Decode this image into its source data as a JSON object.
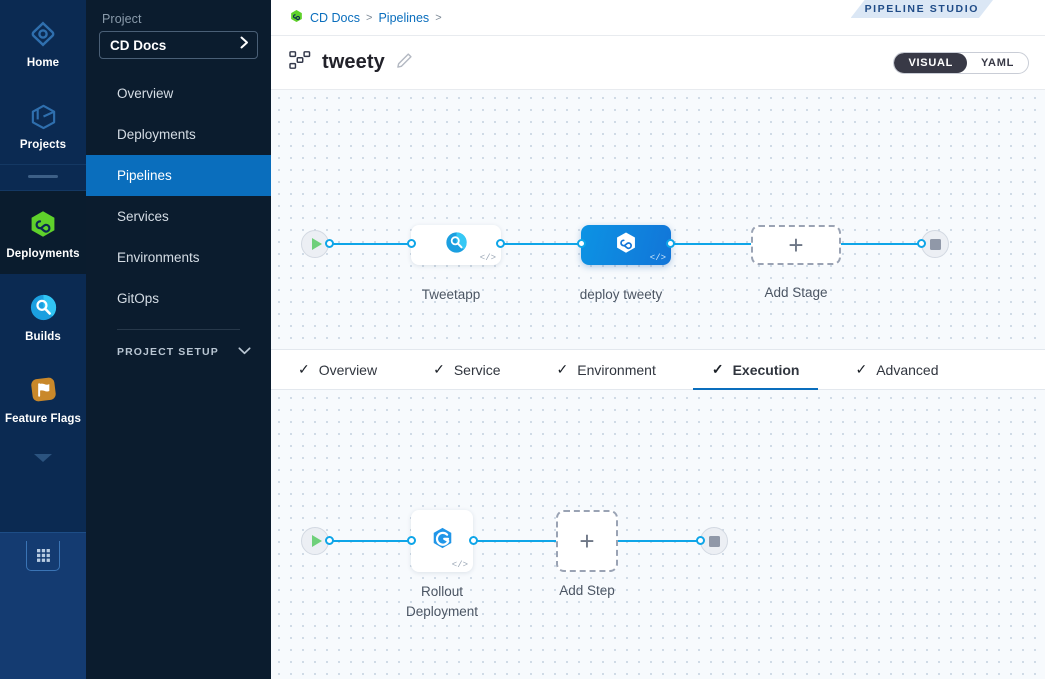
{
  "rail": {
    "items": [
      {
        "label": "Home",
        "icon": "home-clover-icon",
        "active": false
      },
      {
        "label": "Projects",
        "icon": "cube-icon",
        "active": false
      },
      {
        "label": "Deployments",
        "icon": "infinity-hexagon-icon",
        "active": true
      },
      {
        "label": "Builds",
        "icon": "builds-circle-icon",
        "active": false
      },
      {
        "label": "Feature Flags",
        "icon": "flag-icon",
        "active": false
      }
    ],
    "apps_button": "apps-grid-icon",
    "collapse": "chevron-down-icon"
  },
  "sidebar": {
    "caption": "Project",
    "project_name": "CD Docs",
    "items": [
      {
        "label": "Overview",
        "active": false
      },
      {
        "label": "Deployments",
        "active": false
      },
      {
        "label": "Pipelines",
        "active": true
      },
      {
        "label": "Services",
        "active": false
      },
      {
        "label": "Environments",
        "active": false
      },
      {
        "label": "GitOps",
        "active": false
      }
    ],
    "setup_label": "PROJECT SETUP"
  },
  "header": {
    "studio_banner": "PIPELINE STUDIO",
    "breadcrumb": [
      {
        "label": "CD Docs",
        "type": "link"
      },
      {
        "label": ">",
        "type": "sep"
      },
      {
        "label": "Pipelines",
        "type": "link"
      },
      {
        "label": ">",
        "type": "sep"
      }
    ],
    "pipeline_title": "tweety",
    "edit_icon": "pencil-icon",
    "pipeline_icon": "pipeline-hierarchy-icon",
    "view_toggle": {
      "options": [
        "VISUAL",
        "YAML"
      ],
      "selected": "VISUAL"
    }
  },
  "stage_canvas": {
    "start_icon": "play-icon",
    "end_icon": "stop-square-icon",
    "nodes": [
      {
        "label": "Tweetapp",
        "icon": "build-stage-icon",
        "selected": false,
        "code_badge": "</>"
      },
      {
        "label": "deploy tweety",
        "icon": "deploy-infinity-icon",
        "selected": true,
        "code_badge": "</>"
      }
    ],
    "add_label": "Add Stage",
    "add_icon": "plus-icon"
  },
  "tabs": [
    {
      "label": "Overview",
      "check": "✓",
      "active": false
    },
    {
      "label": "Service",
      "check": "✓",
      "active": false
    },
    {
      "label": "Environment",
      "check": "✓",
      "active": false
    },
    {
      "label": "Execution",
      "check": "✓",
      "active": true
    },
    {
      "label": "Advanced",
      "check": "✓",
      "active": false
    }
  ],
  "step_canvas": {
    "start_icon": "play-icon",
    "end_icon": "stop-square-icon",
    "nodes": [
      {
        "label": "Rollout Deployment",
        "icon": "rollout-hexagon-icon",
        "code_badge": "</>"
      }
    ],
    "add_label": "Add Step",
    "add_icon": "plus-icon"
  },
  "colors": {
    "accent_blue": "#0a6ebd",
    "edge_blue": "#0ea5e8",
    "rail_bg": "#0b2a52",
    "sidebar_bg": "#0b1c2e",
    "green": "#5fd12b",
    "selected_node": "#0f86de"
  }
}
